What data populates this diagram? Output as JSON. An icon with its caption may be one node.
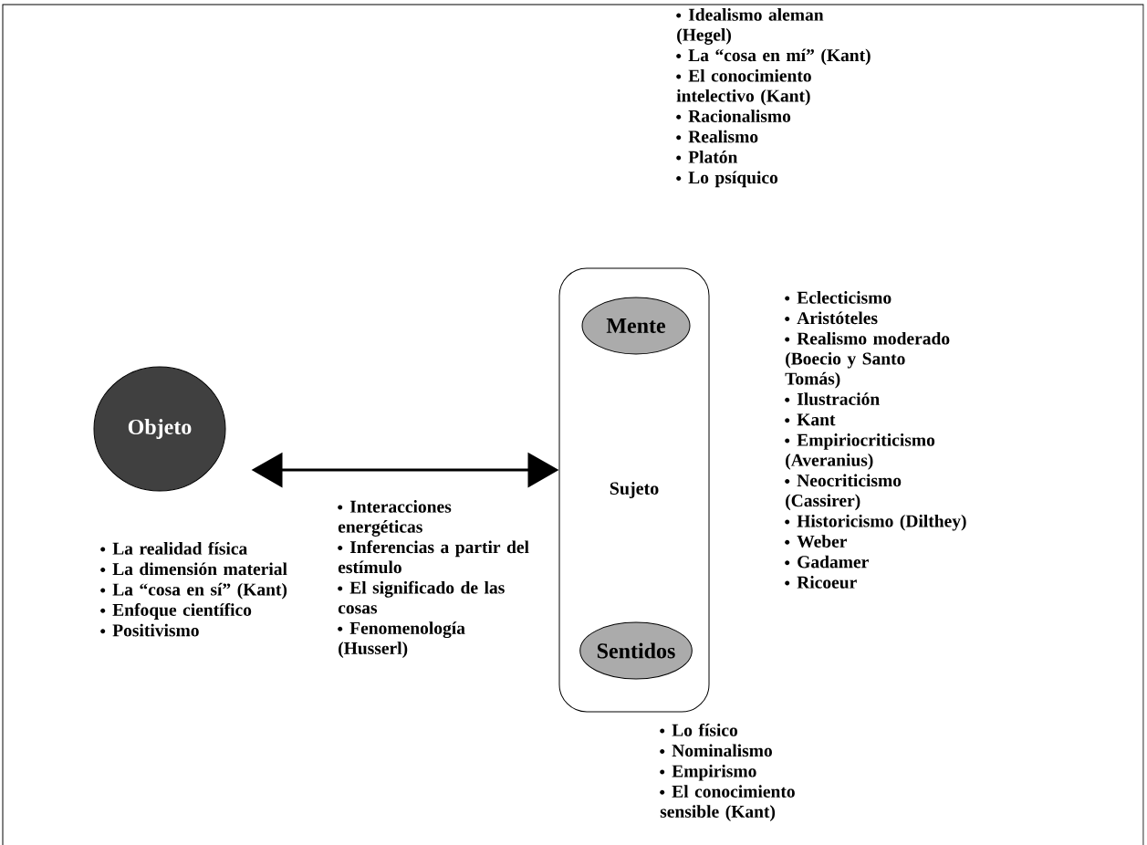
{
  "diagram": {
    "nodes": [
      {
        "text": [
          "Objeto"
        ]
      },
      {
        "text": [
          "Sujeto"
        ]
      },
      {
        "text": [
          "Mente"
        ],
        "in": 1
      },
      {
        "text": [
          "Sentidos"
        ],
        "in": 1
      }
    ],
    "edges": [
      {
        "from": 0,
        "to": 1,
        "arrow": "both"
      }
    ],
    "labels": [
      "Idealismo aleman (Hegel)",
      "La “cosa en mí” (Kant)",
      "El conocimiento intelectivo (Kant)",
      "Racionalismo",
      "Realismo",
      "Platón",
      "Lo psíquico",
      "Eclecticismo",
      "Aristóteles",
      "Realismo moderado (Boecio y Santo Tomás)",
      "Ilustración",
      "Kant",
      "Empiriocriticismo (Averanius)",
      "Neocriticismo (Cassirer)",
      "Historicismo (Dilthey)",
      "Weber",
      "Gadamer",
      "Ricoeur",
      "Interacciones energéticas",
      "Inferencias a partir del estímulo",
      "El significado de las cosas",
      "Fenomenología (Husserl)",
      "La realidad física",
      "La dimensión material",
      "La “cosa en sí” (Kant)",
      "Enfoque científico",
      "Positivismo",
      "Lo físico",
      "Nominalismo",
      "Empirismo",
      "El conocimiento sensible (Kant)"
    ]
  }
}
